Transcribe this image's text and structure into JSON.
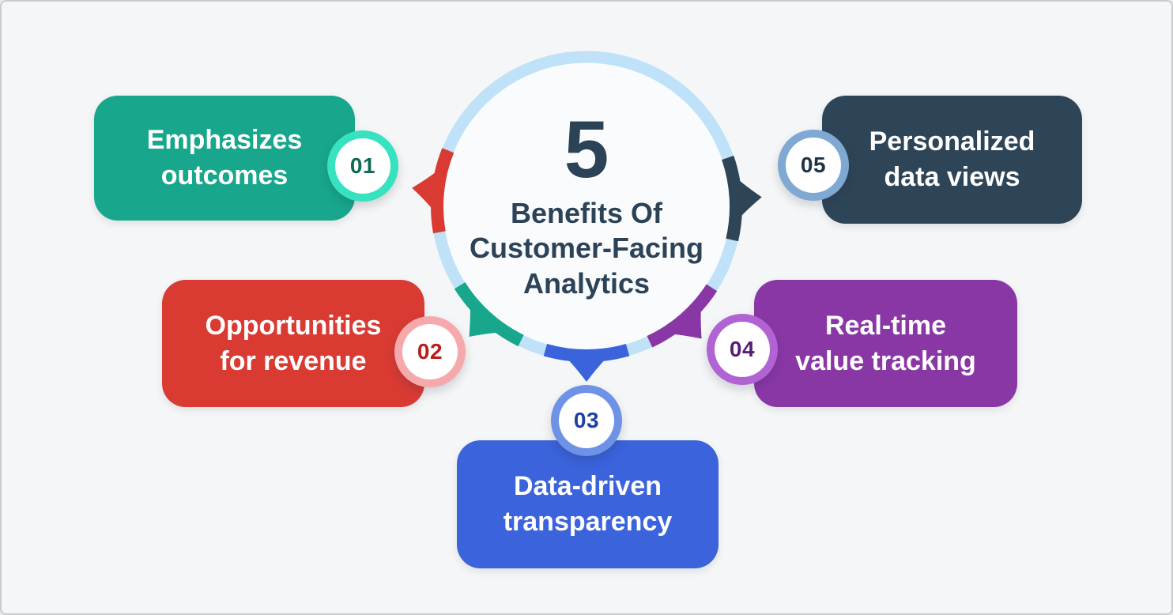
{
  "background_color": "#F5F6F7",
  "border_color": "#C9CCCF",
  "center": {
    "number": "5",
    "title": "Benefits Of Customer-Facing Analytics",
    "title_lines": [
      "Benefits Of",
      "Customer-Facing",
      "Analytics"
    ],
    "text_color": "#2B4257",
    "circle_fill": "#FAFBFD",
    "ring_color": "#BFE2F8"
  },
  "ring_segments": [
    {
      "points_to": "01",
      "color": "#D93B33",
      "angle_deg": 186
    },
    {
      "points_to": "02",
      "color": "#18A78C",
      "angle_deg": 132
    },
    {
      "points_to": "03",
      "color": "#3B63DB",
      "angle_deg": 90
    },
    {
      "points_to": "04",
      "color": "#8A37A6",
      "angle_deg": 49
    },
    {
      "points_to": "05",
      "color": "#2E4557",
      "angle_deg": 357
    }
  ],
  "benefits": [
    {
      "number": "01",
      "label": "Emphasizes outcomes",
      "label_lines": [
        "Emphasizes",
        "outcomes"
      ],
      "box_color": "#18A78C",
      "badge_ring_color": "#36E2BF",
      "badge_number_color": "#0F6B52"
    },
    {
      "number": "02",
      "label": "Opportunities for revenue",
      "label_lines": [
        "Opportunities",
        "for revenue"
      ],
      "box_color": "#D93B33",
      "badge_ring_color": "#F6A9AD",
      "badge_number_color": "#B91F1A"
    },
    {
      "number": "03",
      "label": "Data-driven transparency",
      "label_lines": [
        "Data-driven",
        "transparency"
      ],
      "box_color": "#3B63DB",
      "badge_ring_color": "#6E92E5",
      "badge_number_color": "#1D3FA6"
    },
    {
      "number": "04",
      "label": "Real-time value tracking",
      "label_lines": [
        "Real-time",
        "value tracking"
      ],
      "box_color": "#8A37A6",
      "badge_ring_color": "#B263D3",
      "badge_number_color": "#571D70"
    },
    {
      "number": "05",
      "label": "Personalized data views",
      "label_lines": [
        "Personalized",
        "data views"
      ],
      "box_color": "#2E4557",
      "badge_ring_color": "#7FA9D2",
      "badge_number_color": "#1F3346"
    }
  ]
}
